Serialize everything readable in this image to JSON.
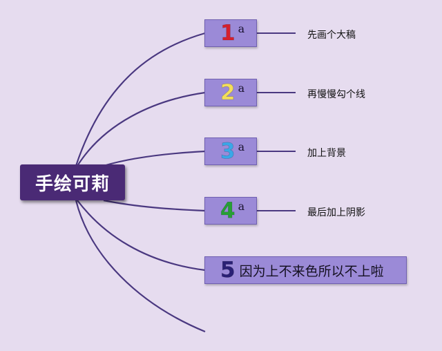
{
  "central_topic": "手绘可莉",
  "colors": {
    "background": "#e6dcef",
    "central_fill": "#4a2a75",
    "node_fill": "#9b8ad7",
    "line": "#4a3880"
  },
  "branches": [
    {
      "number": "1",
      "letter": "a",
      "label": "先画个大稿",
      "number_color": "#d6202e"
    },
    {
      "number": "2",
      "letter": "a",
      "label": "再慢慢勾个线",
      "number_color": "#f2de5a"
    },
    {
      "number": "3",
      "letter": "a",
      "label": "加上背景",
      "number_color": "#3aa7e8"
    },
    {
      "number": "4",
      "letter": "a",
      "label": "最后加上阴影",
      "number_color": "#27a035"
    },
    {
      "number": "5",
      "label": "因为上不来色所以不上啦",
      "number_color": "#2a2075"
    }
  ]
}
